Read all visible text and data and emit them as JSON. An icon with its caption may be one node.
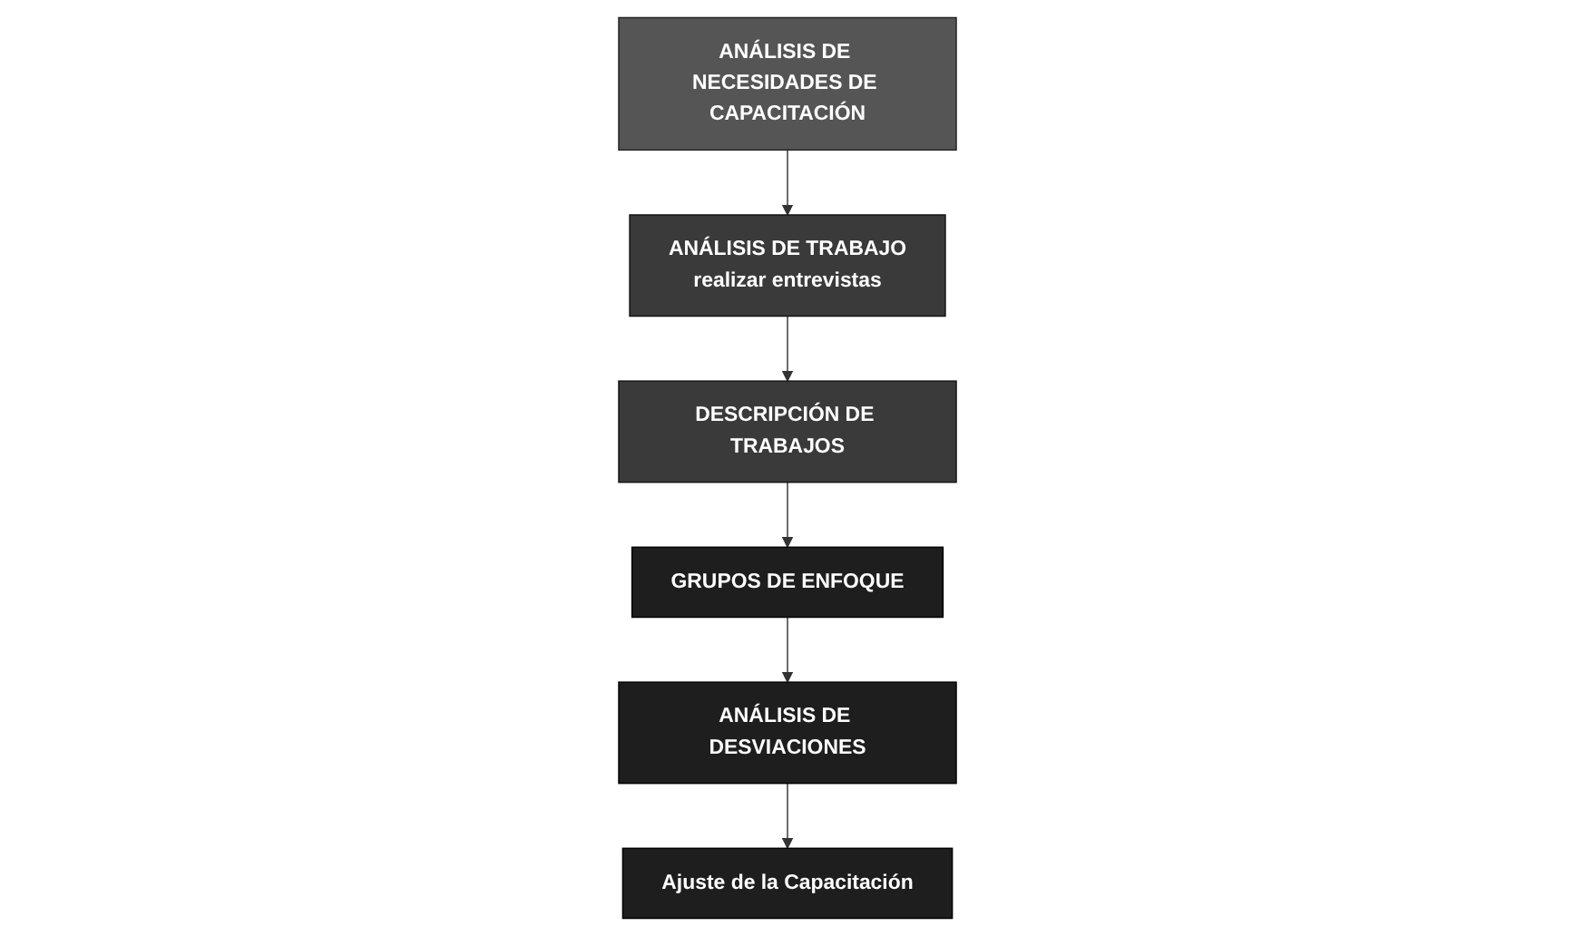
{
  "diagram": {
    "nodes": [
      {
        "text": [
          "ANÁLISIS DE NECESIDADES DE CAPACITACIÓN"
        ]
      },
      {
        "text": [
          "ANÁLISIS DE TRABAJO",
          "realizar entrevistas"
        ]
      },
      {
        "text": [
          "DESCRIPCIÓN DE TRABAJOS"
        ]
      },
      {
        "text": [
          "GRUPOS DE ENFOQUE"
        ]
      },
      {
        "text": [
          "ANÁLISIS DE DESVIACIONES"
        ]
      },
      {
        "text": [
          "Ajuste de la Capacitación"
        ]
      }
    ],
    "edges": [
      {
        "from": 0,
        "to": 1,
        "arrow": "to"
      },
      {
        "from": 1,
        "to": 2,
        "arrow": "to"
      },
      {
        "from": 2,
        "to": 3,
        "arrow": "to"
      },
      {
        "from": 3,
        "to": 4,
        "arrow": "to"
      },
      {
        "from": 4,
        "to": 5,
        "arrow": "to"
      }
    ]
  }
}
